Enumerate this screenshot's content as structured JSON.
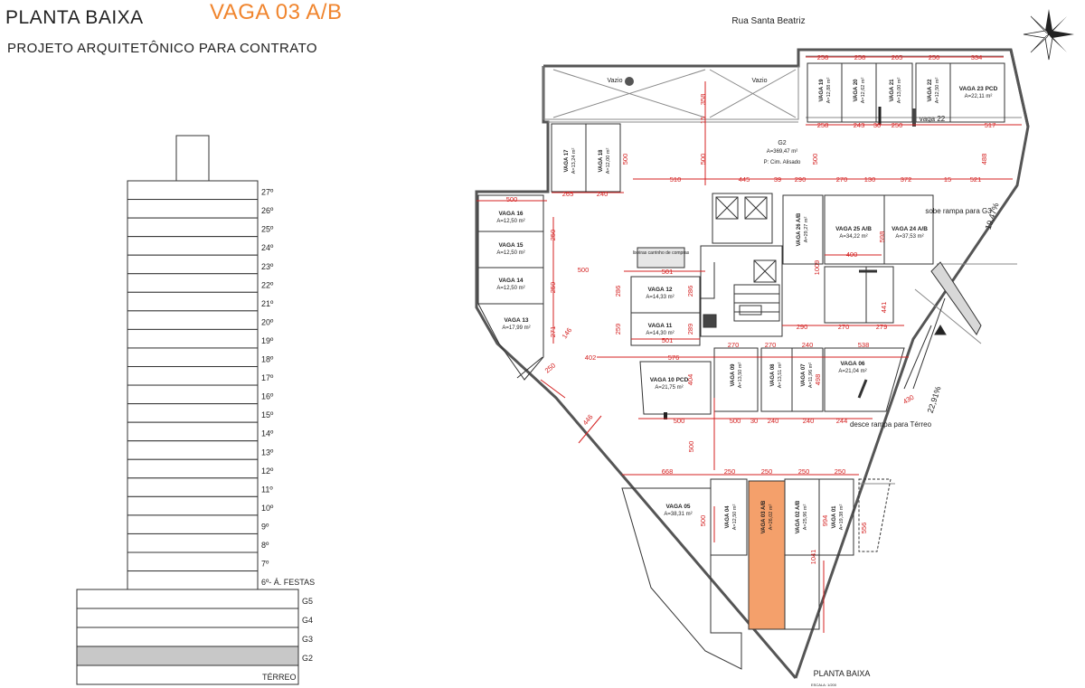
{
  "header": {
    "title": "PLANTA BAIXA",
    "highlight": "VAGA 03 A/B",
    "subtitle": "PROJETO ARQUITETÔNICO PARA CONTRATO",
    "highlight_color": "#f0852e"
  },
  "tower": {
    "floors": [
      "27º",
      "26º",
      "25º",
      "24º",
      "23º",
      "22º",
      "21º",
      "20º",
      "19º",
      "18º",
      "17º",
      "16º",
      "15º",
      "14º",
      "13º",
      "12º",
      "11º",
      "10º",
      "9º",
      "8º",
      "7º",
      "6º- Á. FESTAS"
    ],
    "podium": [
      "G5",
      "G4",
      "G3",
      "G2",
      "TÉRREO"
    ],
    "selected_level": "G2",
    "selected_color": "#c8c8c8"
  },
  "plan": {
    "street": "Rua Santa Beatriz",
    "footer_title": "PLANTA BAIXA",
    "footer_scale": "ESCALA: 1/200",
    "accent_color": "#f4a06b",
    "dim_color": "#d42020",
    "labels": {
      "vazio_a": "Vazio",
      "vazio_b": "Vazio",
      "g2_name": "G2",
      "g2_area": "A=369,47 m²",
      "g2_floor": "P: Cim. Alisado",
      "lixeira": "lixeiras carrinho de compras",
      "sobe": "sobe rampa para G3",
      "desce": "desce rampa para Térreo",
      "slope_a": "19,47%",
      "slope_b": "22,91%",
      "vaga22_tag": "vaga 22"
    },
    "vagas": [
      {
        "id": "v01",
        "name": "VAGA 01",
        "area": "A=19,38 m²"
      },
      {
        "id": "v02",
        "name": "VAGA 02 A/B",
        "area": "A=25,96 m²"
      },
      {
        "id": "v03",
        "name": "VAGA 03 A/B",
        "area": "A=26,02 m²"
      },
      {
        "id": "v04",
        "name": "VAGA 04",
        "area": "A=12,50 m²"
      },
      {
        "id": "v05",
        "name": "VAGA 05",
        "area": "A=38,31 m²"
      },
      {
        "id": "v06",
        "name": "VAGA 06",
        "area": "A=21,04 m²"
      },
      {
        "id": "v07",
        "name": "VAGA 07",
        "area": "A=11,96 m²"
      },
      {
        "id": "v08",
        "name": "VAGA 08",
        "area": "A=13,51 m²"
      },
      {
        "id": "v09",
        "name": "VAGA 09",
        "area": "A=13,50 m²"
      },
      {
        "id": "v10",
        "name": "VAGA 10 PCD",
        "area": "A=21,75 m²"
      },
      {
        "id": "v11",
        "name": "VAGA 11",
        "area": "A=14,30 m²"
      },
      {
        "id": "v12",
        "name": "VAGA 12",
        "area": "A=14,33 m²"
      },
      {
        "id": "v13",
        "name": "VAGA 13",
        "area": "A=17,99 m²"
      },
      {
        "id": "v14",
        "name": "VAGA 14",
        "area": "A=12,50 m²"
      },
      {
        "id": "v15",
        "name": "VAGA 15",
        "area": "A=12,50 m²"
      },
      {
        "id": "v16",
        "name": "VAGA 16",
        "area": "A=12,50 m²"
      },
      {
        "id": "v17",
        "name": "VAGA 17",
        "area": "A=13,24 m²"
      },
      {
        "id": "v18",
        "name": "VAGA 18",
        "area": "A=12,00 m²"
      },
      {
        "id": "v19",
        "name": "VAGA 19",
        "area": "A=12,88 m²"
      },
      {
        "id": "v20",
        "name": "VAGA 20",
        "area": "A=12,62 m²"
      },
      {
        "id": "v21",
        "name": "VAGA 21",
        "area": "A=13,00 m²"
      },
      {
        "id": "v22",
        "name": "VAGA 22",
        "area": "A=12,50 m²"
      },
      {
        "id": "v23",
        "name": "VAGA 23 PCD",
        "area": "A=22,11 m²"
      },
      {
        "id": "v24",
        "name": "VAGA 24 A/B",
        "area": "A=37,53 m²"
      },
      {
        "id": "v25",
        "name": "VAGA 25 A/B",
        "area": "A=34,22 m²"
      },
      {
        "id": "v26",
        "name": "VAGA 26 A/B",
        "area": "A=29,27 m²"
      }
    ],
    "dimensions": [
      {
        "id": "d258a",
        "text": "258"
      },
      {
        "id": "d258b",
        "text": "258"
      },
      {
        "id": "d265",
        "text": "265"
      },
      {
        "id": "d250top",
        "text": "250"
      },
      {
        "id": "d334",
        "text": "334"
      },
      {
        "id": "d258c",
        "text": "258"
      },
      {
        "id": "d243",
        "text": "243"
      },
      {
        "id": "d30top",
        "text": "30"
      },
      {
        "id": "d250r2",
        "text": "250"
      },
      {
        "id": "d517",
        "text": "517"
      },
      {
        "id": "d358",
        "text": "358"
      },
      {
        "id": "d15",
        "text": "15"
      },
      {
        "id": "d500c",
        "text": "500"
      },
      {
        "id": "d500d",
        "text": "500"
      },
      {
        "id": "d488",
        "text": "488"
      },
      {
        "id": "d500v17",
        "text": "500"
      },
      {
        "id": "d510",
        "text": "510"
      },
      {
        "id": "d445",
        "text": "445"
      },
      {
        "id": "d39",
        "text": "39"
      },
      {
        "id": "d290",
        "text": "290"
      },
      {
        "id": "d270",
        "text": "270"
      },
      {
        "id": "d130",
        "text": "130"
      },
      {
        "id": "d372",
        "text": "372"
      },
      {
        "id": "d15b",
        "text": "15"
      },
      {
        "id": "d521",
        "text": "521"
      },
      {
        "id": "d500l",
        "text": "500"
      },
      {
        "id": "d265l",
        "text": "265"
      },
      {
        "id": "d240l",
        "text": "240"
      },
      {
        "id": "d250v",
        "text": "250"
      },
      {
        "id": "d259",
        "text": "259"
      },
      {
        "id": "d271",
        "text": "271"
      },
      {
        "id": "d146",
        "text": "146"
      },
      {
        "id": "d250d",
        "text": "250"
      },
      {
        "id": "d500m",
        "text": "500"
      },
      {
        "id": "d501a",
        "text": "501"
      },
      {
        "id": "d286a",
        "text": "286"
      },
      {
        "id": "d286b",
        "text": "286"
      },
      {
        "id": "d259b",
        "text": "259"
      },
      {
        "id": "d289",
        "text": "289"
      },
      {
        "id": "d501b",
        "text": "501"
      },
      {
        "id": "d598",
        "text": "598"
      },
      {
        "id": "d400",
        "text": "400"
      },
      {
        "id": "d1009",
        "text": "1009"
      },
      {
        "id": "d441",
        "text": "441"
      },
      {
        "id": "d290b",
        "text": "290"
      },
      {
        "id": "d270b",
        "text": "270"
      },
      {
        "id": "d279",
        "text": "279"
      },
      {
        "id": "d402",
        "text": "402"
      },
      {
        "id": "d576",
        "text": "576"
      },
      {
        "id": "d270c",
        "text": "270"
      },
      {
        "id": "d270d",
        "text": "270"
      },
      {
        "id": "d240c",
        "text": "240"
      },
      {
        "id": "d538",
        "text": "538"
      },
      {
        "id": "d404",
        "text": "404"
      },
      {
        "id": "d498",
        "text": "498"
      },
      {
        "id": "d430",
        "text": "430"
      },
      {
        "id": "d446",
        "text": "446"
      },
      {
        "id": "d500e",
        "text": "500"
      },
      {
        "id": "d500f",
        "text": "500"
      },
      {
        "id": "d30",
        "text": "30"
      },
      {
        "id": "d240d",
        "text": "240"
      },
      {
        "id": "d240e",
        "text": "240"
      },
      {
        "id": "d244",
        "text": "244"
      },
      {
        "id": "d500g",
        "text": "500"
      },
      {
        "id": "d668",
        "text": "668"
      },
      {
        "id": "d250e",
        "text": "250"
      },
      {
        "id": "d250f",
        "text": "250"
      },
      {
        "id": "d250g",
        "text": "250"
      },
      {
        "id": "d250h",
        "text": "250"
      },
      {
        "id": "d500h",
        "text": "500"
      },
      {
        "id": "d994",
        "text": "994"
      },
      {
        "id": "d1041",
        "text": "1041"
      },
      {
        "id": "d556",
        "text": "556"
      }
    ]
  }
}
